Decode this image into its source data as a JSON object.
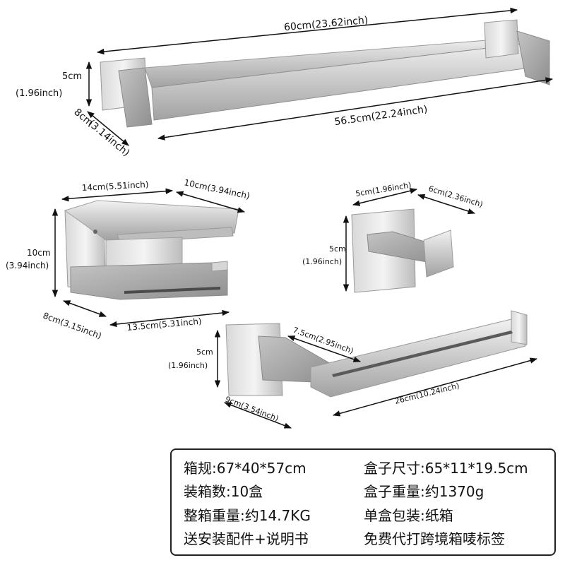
{
  "products": {
    "towel_bar": {
      "overall_width": "60cm(23.62inch)",
      "inner_width": "56.5cm(22.24inch)",
      "height_cm": "5cm",
      "height_inch": "(1.96inch)",
      "depth_cm": "8cm",
      "depth_inch": "(3.14inch)"
    },
    "paper_holder": {
      "top_width": "14cm(5.51inch)",
      "shelf_depth": "10cm(3.94inch)",
      "height_cm": "10cm",
      "height_inch": "(3.94inch)",
      "depth": "8cm(3.15inch)",
      "bottom_width": "13.5cm(5.31inch)"
    },
    "robe_hook": {
      "width": "5cm(1.96inch)",
      "projection": "6cm(2.36inch)",
      "height_cm": "5cm",
      "height_inch": "(1.96inch)"
    },
    "towel_ring": {
      "inner_gap": "7.5cm(2.95inch)",
      "height_cm": "5cm",
      "height_inch": "(1.96inch)",
      "depth": "9cm(3.54inch)",
      "length": "26cm(10.24inch)"
    }
  },
  "specs": {
    "carton_size": "箱规:67*40*57cm",
    "box_size": "盒子尺寸:65*11*19.5cm",
    "qty_per_carton": "装箱数:10盒",
    "box_weight": "盒子重量:约1370g",
    "carton_weight": "整箱重量:约14.7KG",
    "single_packing": "单盒包装:纸箱",
    "accessories": "送安装配件+说明书",
    "labeling": "免费代打跨境箱唛标签"
  },
  "colors": {
    "metal_light": "#e4e4e4",
    "metal_dark": "#9a9a9a",
    "arrow": "#111111"
  }
}
